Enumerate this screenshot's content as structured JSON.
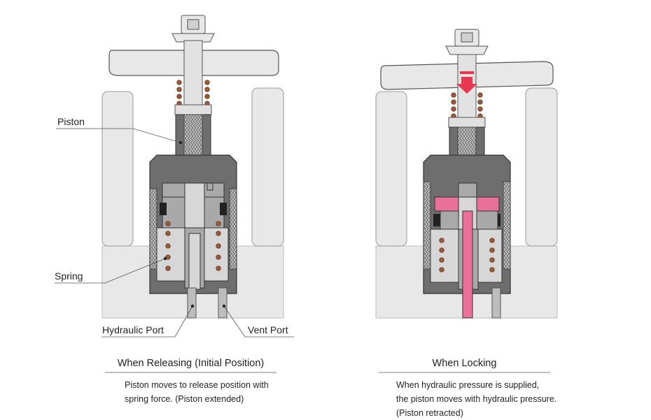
{
  "labels": {
    "piston": "Piston",
    "spring": "Spring",
    "hydraulic_port": "Hydraulic Port",
    "vent_port": "Vent Port"
  },
  "left_panel": {
    "title": "When Releasing (Initial Position)",
    "description_line1": "Piston moves to release position with",
    "description_line2": "spring force.  (Piston extended)"
  },
  "right_panel": {
    "title": "When Locking",
    "description_line1": "When hydraulic pressure is supplied,",
    "description_line2": "the piston moves with hydraulic pressure.",
    "description_line3": "(Piston retracted)"
  },
  "colors": {
    "body_dark": "#6e6e6e",
    "body_mid": "#a9a9a9",
    "body_light": "#d7d7d7",
    "background_block": "#e8e8e8",
    "spring": "#9a5a3a",
    "hydraulic_fluid": "#e8709a",
    "arrow": "#e8384f"
  }
}
